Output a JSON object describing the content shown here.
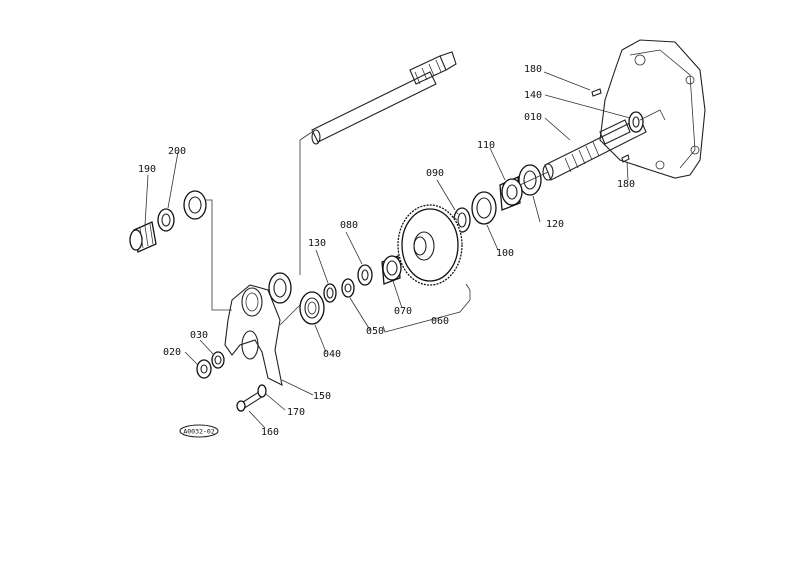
{
  "diagram": {
    "labels": {
      "p010": "010",
      "p020": "020",
      "p030": "030",
      "p040": "040",
      "p050": "050",
      "p060": "060",
      "p070": "070",
      "p080": "080",
      "p090": "090",
      "p100": "100",
      "p110": "110",
      "p120": "120",
      "p130": "130",
      "p140": "140",
      "p150": "150",
      "p160": "160",
      "p170": "170",
      "p180a": "180",
      "p180b": "180",
      "p190": "190",
      "p200": "200"
    },
    "reference_code": "A0032-02"
  }
}
